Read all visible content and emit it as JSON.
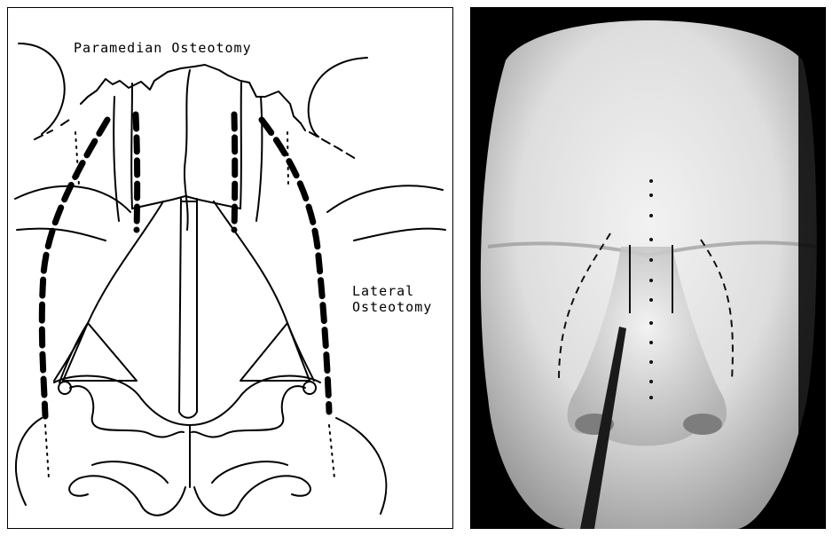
{
  "figure": {
    "left_panel": {
      "labels": {
        "paramedian": "Paramedian Osteotomy",
        "lateral_line1": "Lateral",
        "lateral_line2": "Osteotomy"
      }
    },
    "right_panel": {
      "content": "photo"
    }
  },
  "colors": {
    "line": "#000000",
    "background": "#ffffff",
    "photo_dark": "#000000",
    "skin": "#d8d8d8"
  }
}
